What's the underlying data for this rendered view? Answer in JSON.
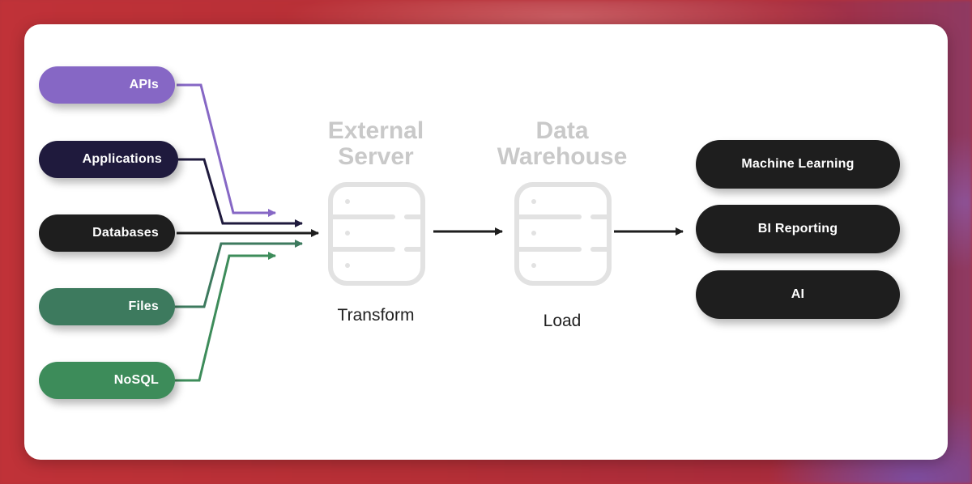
{
  "sources": [
    {
      "label": "APIs",
      "color": "#8667c5"
    },
    {
      "label": "Applications",
      "color": "#1f1a3d"
    },
    {
      "label": "Databases",
      "color": "#1e1e1e"
    },
    {
      "label": "Files",
      "color": "#3d7a5e"
    },
    {
      "label": "NoSQL",
      "color": "#3d8c5a"
    }
  ],
  "stages": [
    {
      "title": "External Server",
      "label": "Transform",
      "icon": "server-icon"
    },
    {
      "title": "Data Warehouse",
      "label": "Load",
      "icon": "server-icon"
    }
  ],
  "destinations": [
    {
      "label": "Machine Learning"
    },
    {
      "label": "BI Reporting"
    },
    {
      "label": "AI"
    }
  ],
  "colors": {
    "destination_fill": "#1e1e1e",
    "stage_title": "#c9c9c9",
    "server_icon": "#e2e2e2",
    "arrow_dark": "#1e1e1e"
  }
}
